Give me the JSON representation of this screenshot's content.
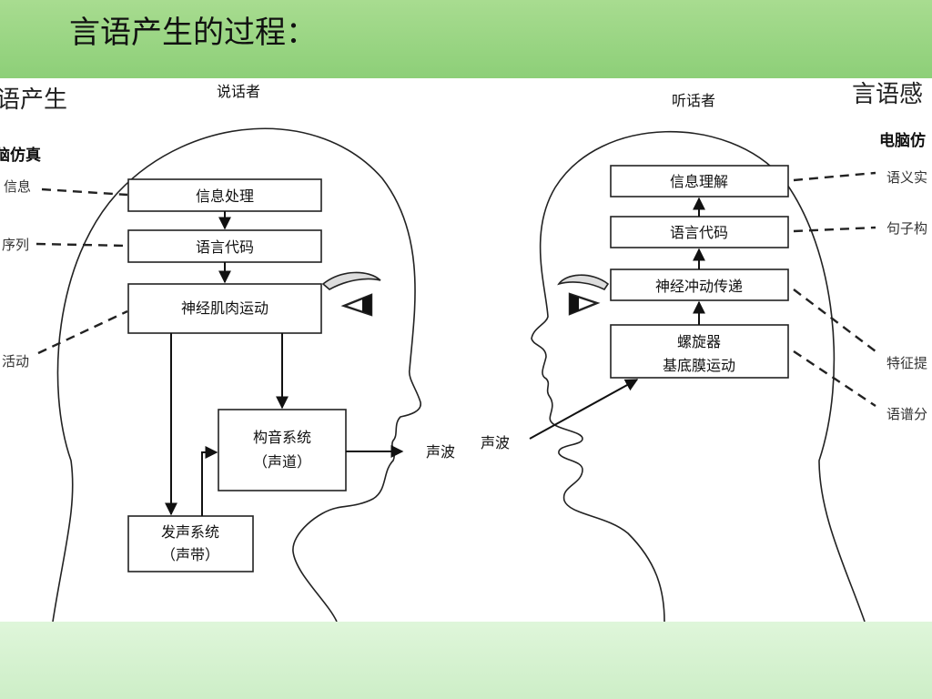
{
  "title": "言语产生的过程：",
  "left": {
    "corner_label": "语产生",
    "speaker_label": "说话者",
    "sim_label": "脑仿真",
    "side_labels": [
      "信息",
      "序列",
      "活动"
    ],
    "boxes": {
      "info_processing": "信息处理",
      "language_code": "语言代码",
      "neuromuscular": "神经肌肉运动",
      "articulation_1": "构音系统",
      "articulation_2": "（声道）",
      "phonation_1": "发声系统",
      "phonation_2": "（声带）"
    },
    "sound_wave": "声波"
  },
  "right": {
    "corner_label": "言语感",
    "listener_label": "听话者",
    "sim_label": "电脑仿",
    "side_labels": [
      "语义实",
      "句子构",
      "特征提",
      "语谱分"
    ],
    "boxes": {
      "info_understanding": "信息理解",
      "language_code": "语言代码",
      "nerve_impulse": "神经冲动传递",
      "cochlea_1": "螺旋器",
      "cochlea_2": "基底膜运动"
    },
    "sound_wave": "声波"
  },
  "colors": {
    "top_band": "#8dcf78",
    "bottom_band": "#d4f1cf",
    "panel": "#ffffff",
    "ink": "#111111"
  }
}
